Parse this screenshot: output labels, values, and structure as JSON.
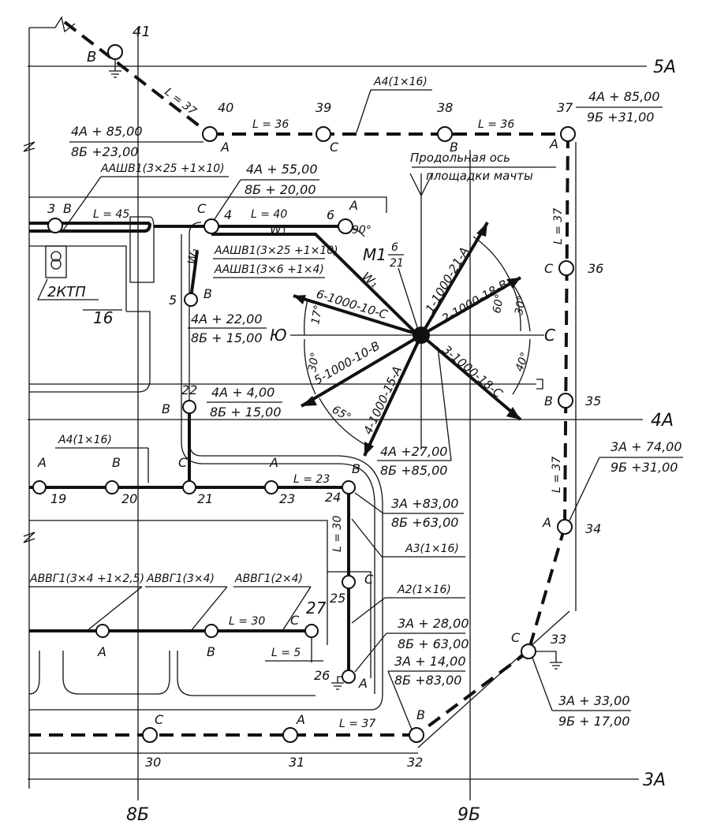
{
  "axes": {
    "h_5A": "5A",
    "h_4A": "4A",
    "h_3A": "3A",
    "v_8B": "8Б",
    "v_9B": "9Б"
  },
  "poles": {
    "p40": {
      "num": "40",
      "phase": "A"
    },
    "p39": {
      "num": "39",
      "phase": "C"
    },
    "p38": {
      "num": "38",
      "phase": "B"
    },
    "p37": {
      "num": "37",
      "phase": "A"
    },
    "p36": {
      "num": "36",
      "phase": "C"
    },
    "p35": {
      "num": "35",
      "phase": "B"
    },
    "p34": {
      "num": "34",
      "phase": "A"
    },
    "p33": {
      "num": "33",
      "phase": "C"
    },
    "p32": {
      "num": "32",
      "phase": "B"
    },
    "p31": {
      "num": "31",
      "phase": "A"
    },
    "p30": {
      "num": "30",
      "phase": "C"
    },
    "p41": {
      "num": "41",
      "phase": "B"
    },
    "p3": {
      "num": "3",
      "phase": "B"
    },
    "p4": {
      "num": "4",
      "phase": "C"
    },
    "p6": {
      "num": "6",
      "phase": "A"
    },
    "p5": {
      "num": "5",
      "phase": "B"
    },
    "p22": {
      "num": "22",
      "phase": "B"
    },
    "p19": {
      "num": "19",
      "phase": "A"
    },
    "p20": {
      "num": "20",
      "phase": "B"
    },
    "p21": {
      "num": "21",
      "phase": "C"
    },
    "p23": {
      "num": "23",
      "phase": "A"
    },
    "p24": {
      "num": "24",
      "phase": "B"
    },
    "p25": {
      "num": "25",
      "phase": "C"
    },
    "p26": {
      "num": "26",
      "phase": "A"
    },
    "p27": {
      "num": "27",
      "phase": "C"
    },
    "pA": {
      "phase": "A"
    },
    "pB": {
      "phase": "B"
    }
  },
  "coords": {
    "c40": {
      "top": "4А + 85,00",
      "bottom": "8Б +23,00"
    },
    "c37": {
      "top": "4А + 85,00",
      "bottom": "9Б +31,00"
    },
    "c4": {
      "top": "4А + 55,00",
      "bottom": "8Б + 20,00"
    },
    "c5": {
      "top": "4А + 22,00",
      "bottom": "8Б + 15,00"
    },
    "c22": {
      "top": "4А + 4,00",
      "bottom": "8Б + 15,00"
    },
    "cMast": {
      "top": "4А +27,00",
      "bottom": "8Б +85,00"
    },
    "c34": {
      "top": "3А + 74,00",
      "bottom": "9Б +31,00"
    },
    "c24": {
      "top": "3А +83,00",
      "bottom": "8Б +63,00"
    },
    "c26a": {
      "top": "3А + 28,00",
      "bottom": "8Б + 63,00"
    },
    "c26b": {
      "top": "3А + 14,00",
      "bottom": "8Б +83,00"
    },
    "c33": {
      "top": "3А + 33,00",
      "bottom": "9Б + 17,00"
    }
  },
  "spans": {
    "L37a": "L = 37",
    "L36a": "L = 36",
    "L36b": "L = 36",
    "L37b": "L = 37",
    "L37c": "L = 37",
    "L37d": "L = 37",
    "L45": "L = 45",
    "L40": "L = 40",
    "L23": "L = 23",
    "L30a": "L = 30",
    "L30b": "L = 30",
    "L5": "L = 5"
  },
  "cables": {
    "a4_top": "A4(1×16)",
    "aashv_ktp": "ААШВ1(3×25 +1×10)",
    "aashv1": "ААШВ1(3×25 +1×10)",
    "aashv2": "ААШВ1(3×6 +1×4)",
    "a4_mid": "A4(1×16)",
    "a3": "A3(1×16)",
    "a2": "A2(1×16)",
    "avvg1": "АВВГ1(3×4 +1×2,5)",
    "avvg2": "АВВГ1(3×4)",
    "avvg3": "АВВГ1(2×4)",
    "w1a": "W₁",
    "w1b": "W₁",
    "w1c": "W₁"
  },
  "mast": {
    "label": "М1",
    "frac_top": "6",
    "frac_bottom": "21",
    "axis_line1": "Продольная  ось",
    "axis_line2": "площадки  мачты",
    "south": "Ю",
    "north": "С"
  },
  "rays": {
    "r1": "1-1000-21-А",
    "r2": "2-1000-18-В",
    "r3": "3-1000-18-С",
    "r4": "4-1000-15-А",
    "r5": "5-1000-10-В",
    "r6": "6-1000-10-С"
  },
  "angles": {
    "a90": "90°",
    "a60": "60°",
    "a30": "30°",
    "a40": "40°",
    "a17": "17°",
    "a30b": "30°",
    "a65": "65°"
  },
  "buildings": {
    "ktp": "2КТП",
    "bld16": "16"
  }
}
